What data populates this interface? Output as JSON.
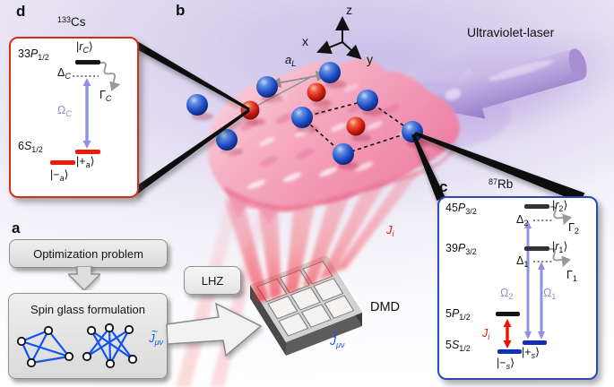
{
  "colors": {
    "box_d_border": "#cf3018",
    "box_c_border": "#2b49b5",
    "level_red": "#ea1c0c",
    "level_blue": "#1230b4",
    "level_black": "#141414",
    "rydberg_gray": "#333333",
    "rabi_violet": "#9191e2",
    "coupling_red": "#e81400",
    "graph_blue": "#1155ee",
    "j_matrix_blue": "#1a56e8",
    "atom_blue": "#1d4fd0",
    "atom_red": "#d42010",
    "sheet_pink": "#f6a8bf",
    "laser_purple": "#b59fdc"
  },
  "panel_a": {
    "label": "a",
    "box_optimization": "Optimization problem",
    "box_spin_glass": "Spin glass formulation",
    "j_matrix": {
      "tilde": "~",
      "letter": "J",
      "sub": "μν"
    }
  },
  "panel_b": {
    "label": "b",
    "axes": {
      "x": "x",
      "y": "y",
      "z": "z"
    },
    "lattice_constant": {
      "letter": "a",
      "sub": "L"
    },
    "laser_label": "Ultraviolet-laser",
    "coupling": {
      "letter": "J",
      "sub": "i"
    },
    "lhz_label": "LHZ",
    "dmd_label": "DMD",
    "j_matrix": {
      "tilde": "~",
      "letter": "J",
      "sub": "μν"
    }
  },
  "panel_c": {
    "label": "c",
    "isotope": {
      "mass": "87",
      "symbol": "Rb"
    },
    "level_45p": {
      "num": "45",
      "letter": "P",
      "sub": "3/2"
    },
    "level_39p": {
      "num": "39",
      "letter": "P",
      "sub": "3/2"
    },
    "level_5p": {
      "num": "5",
      "letter": "P",
      "sub": "1/2"
    },
    "level_5s": {
      "num": "5",
      "letter": "S",
      "sub": "1/2"
    },
    "ket_r2": {
      "bar": "|",
      "letter": "r",
      "sub": "2",
      "close": "⟩"
    },
    "ket_r1": {
      "bar": "|",
      "letter": "r",
      "sub": "1",
      "close": "⟩"
    },
    "ket_plus": {
      "bar": "|",
      "letter": "+",
      "sub": "s",
      "close": "⟩"
    },
    "ket_minus": {
      "bar": "|",
      "letter": "−",
      "sub": "s",
      "close": "⟩"
    },
    "delta_2": {
      "letter": "Δ",
      "sub": "2"
    },
    "delta_1": {
      "letter": "Δ",
      "sub": "1"
    },
    "gamma_2": {
      "letter": "Γ",
      "sub": "2"
    },
    "gamma_1": {
      "letter": "Γ",
      "sub": "1"
    },
    "omega_2": {
      "letter": "Ω",
      "sub": "2"
    },
    "omega_1": {
      "letter": "Ω",
      "sub": "1"
    },
    "coupling": {
      "letter": "J",
      "sub": "i"
    }
  },
  "panel_d": {
    "label": "d",
    "isotope": {
      "mass": "133",
      "symbol": "Cs"
    },
    "level_33p": {
      "num": "33",
      "letter": "P",
      "sub": "1/2"
    },
    "level_6s": {
      "num": "6",
      "letter": "S",
      "sub": "1/2"
    },
    "ket_r": {
      "bar": "|",
      "letter": "r",
      "sub": "C",
      "close": "⟩"
    },
    "ket_minus": {
      "bar": "|",
      "letter": "−",
      "sub": "a",
      "close": "⟩"
    },
    "ket_plus": {
      "bar": "|",
      "letter": "+",
      "sub": "a",
      "close": "⟩"
    },
    "delta": {
      "letter": "Δ",
      "sub": "C"
    },
    "gamma": {
      "letter": "Γ",
      "sub": "C"
    },
    "omega": {
      "letter": "Ω",
      "sub": "C"
    }
  }
}
